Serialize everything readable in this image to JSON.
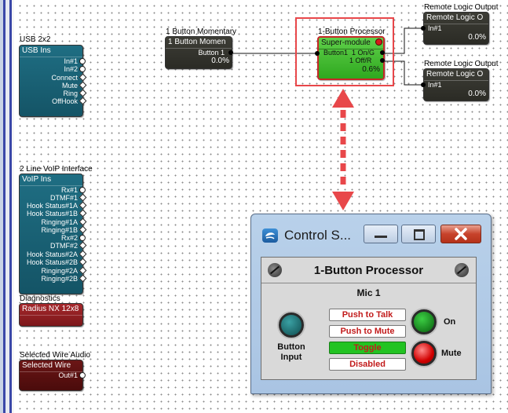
{
  "canvas": {
    "usb": {
      "caption": "USB 2x2",
      "header": "USB Ins",
      "pins": [
        "In#1",
        "In#2",
        "Connect",
        "Mute",
        "Ring",
        "OffHook"
      ]
    },
    "voip": {
      "caption": "2 Line VoIP Interface",
      "header": "VoIP Ins",
      "pins": [
        "Rx#1",
        "DTMF#1",
        "Hook Status#1A",
        "Hook Status#1B",
        "Ringing#1A",
        "Ringing#1B",
        "Rx#2",
        "DTMF#2",
        "Hook Status#2A",
        "Hook Status#2B",
        "Ringing#2A",
        "Ringing#2B"
      ]
    },
    "diagnostics": {
      "caption": "Diagnostics",
      "header": "Radius NX 12x8"
    },
    "selected_wire": {
      "caption": "Selected Wire Audio",
      "header": "Selected Wire",
      "pin": "Out#1"
    },
    "momentary": {
      "caption": "1 Button Momentary",
      "header": "1 Button Momen",
      "pin": "Button 1",
      "value": "0.0%"
    },
    "processor": {
      "caption": "1-Button Processor",
      "header": "Super-module",
      "pin_in": "Button1",
      "pin_out1": "1 On/G",
      "pin_out2": "1 Off/R",
      "value": "0.6%"
    },
    "remote1": {
      "caption": "Remote Logic Output",
      "header": "Remote Logic O",
      "pin": "In#1",
      "value": "0.0%"
    },
    "remote2": {
      "caption": "Remote Logic Output",
      "header": "Remote Logic O",
      "pin": "In#1",
      "value": "0.0%"
    }
  },
  "control_window": {
    "title": "Control S...",
    "panel_title": "1-Button Processor",
    "subtitle": "Mic 1",
    "buttons": {
      "push_to_talk": "Push to Talk",
      "push_to_mute": "Push to Mute",
      "toggle": "Toggle",
      "disabled": "Disabled"
    },
    "labels": {
      "button_input": "Button Input",
      "on": "On",
      "mute": "Mute"
    }
  },
  "colors": {
    "highlight_red": "#e8474a",
    "toggle_active": "#22c322",
    "led_teal": "#1b6a6e",
    "led_green": "#0b8a14",
    "led_red": "#e01010"
  }
}
